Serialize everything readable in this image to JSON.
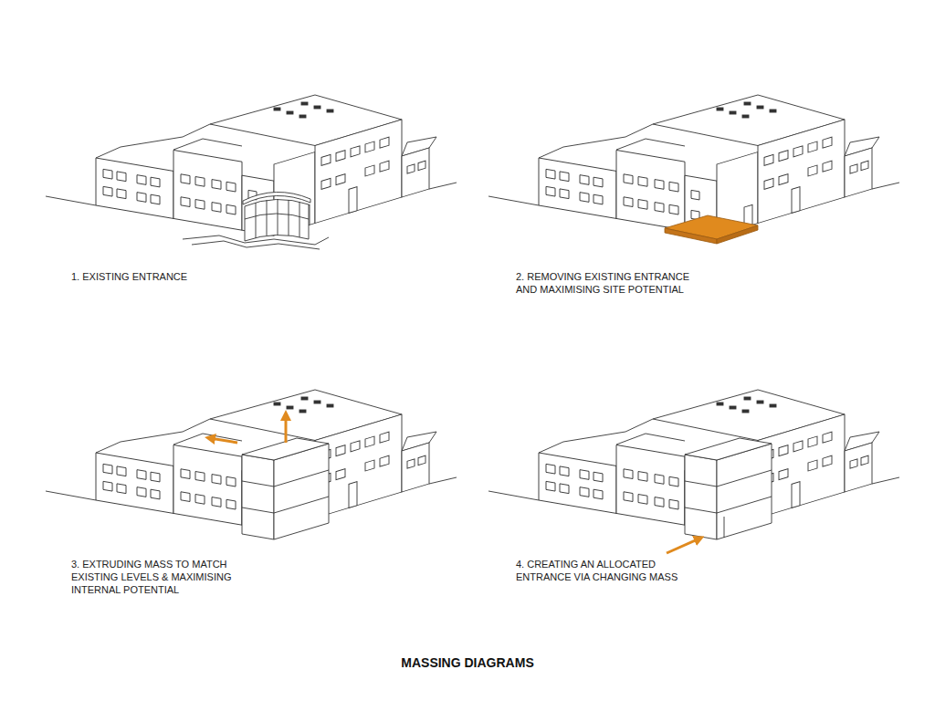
{
  "diagram": {
    "title": "MASSING DIAGRAMS",
    "labels": [
      "1. EXISTING ENTRANCE",
      "2. REMOVING EXISTING ENTRANCE AND MAXIMISING SITE POTENTIAL",
      "3. EXTRUDING MASS TO MATCH EXISTING LEVELS & MAXIMISING INTERNAL POTENTIAL",
      "4. CREATING AN ALLOCATED ENTRANCE VIA CHANGING MASS"
    ]
  }
}
